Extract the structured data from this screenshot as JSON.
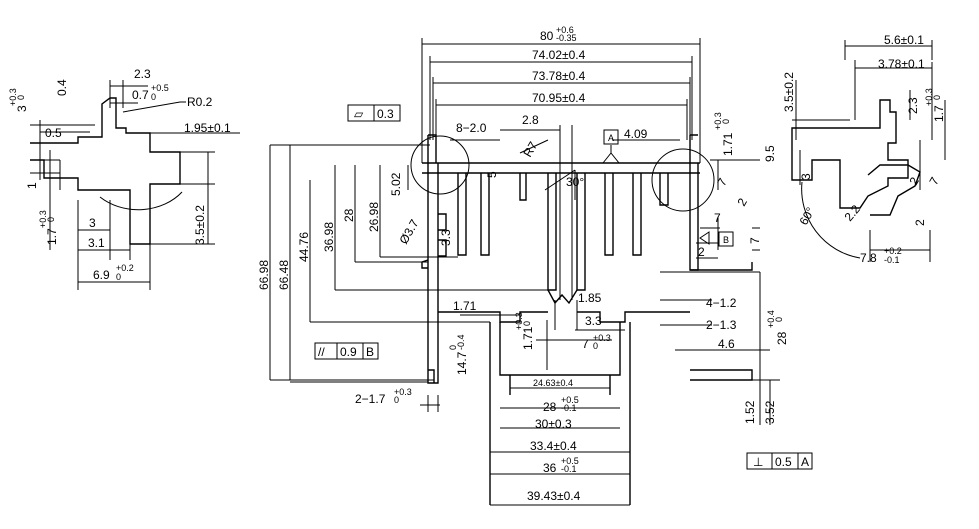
{
  "colors": {
    "ink": "#000000",
    "paper": "#ffffff"
  },
  "center": {
    "top_dims": {
      "d80": "80",
      "d80_plus": "+0.6",
      "d80_minus": "-0.35",
      "d74": "74.02±0.4",
      "d7378": "73.78±0.4",
      "d7095": "70.95±0.4"
    },
    "flatness": {
      "symbol": "▱",
      "value": "0.3"
    },
    "parallel": {
      "symbol": "//",
      "value": "0.9",
      "datum": "B"
    },
    "perpendicular": {
      "symbol": "⊥",
      "value": "0.5",
      "datum": "A"
    },
    "datum_a": "A",
    "datum_b": "B",
    "labels": {
      "d8_2": "8−2.0",
      "d28top": "2.8",
      "r7": "R7",
      "d409": "4.09",
      "d171": "1.71",
      "d171_tol": "+0.3",
      "d171_tol2": "0",
      "d5": "5",
      "d502": "5.02",
      "d30": "30°",
      "d37": "Ø3.7",
      "d33": "3.3",
      "d2698": "26.98",
      "d28": "28",
      "d3698": "36.98",
      "d4476": "44.76",
      "d6648": "66.48",
      "d6698": "66.98",
      "d7a": "7",
      "d2a": "2",
      "d7b": "7",
      "d2b": "2",
      "d171b": "1.71",
      "d185": "1.85",
      "d33b": "3.3",
      "d4_12": "4−1.2",
      "d2_13": "2−1.3",
      "d46": "4.6",
      "d28r": "28",
      "d28r_tol": "+0.4",
      "d28r_tol2": "0",
      "d171c": "1.71",
      "d171c_tol": "+0.3",
      "d171c_tol2": "0",
      "d7c": "7",
      "d7c_tol": "+0.3",
      "d7c_tol2": "0",
      "d147": "14.7",
      "d147_tol": "0",
      "d147_tol2": "-0.4",
      "d2_17": "2−1.7",
      "d2_17_tol": "+0.3",
      "d2_17_tol2": "0",
      "d2463": "24.63±0.4",
      "d28b": "28",
      "d28b_tol": "+0.5",
      "d28b_tol2": "-0.1",
      "d30b": "30±0.3",
      "d334": "33.4±0.4",
      "d36": "36",
      "d36_tol": "+0.5",
      "d36_tol2": "-0.1",
      "d3943": "39.43±0.4",
      "d152": "1.52",
      "d352": "3.52"
    }
  },
  "left_detail": {
    "d23": "2.3",
    "d07": "0.7",
    "d07_tol": "+0.5",
    "d07_tol2": "0",
    "r02": "R0.2",
    "d04": "0.4",
    "d3": "3",
    "d3_tol": "+0.3",
    "d3_tol2": "0",
    "d05": "0.5",
    "d195": "1.95±0.1",
    "d1": "1",
    "d35": "3.5±0.2",
    "d17": "1.7",
    "d17_tol": "+0.3",
    "d17_tol2": "0",
    "d3b": "3",
    "d31": "3.1",
    "d69": "6.9",
    "d69_tol": "+0.2",
    "d69_tol2": "0"
  },
  "right_detail": {
    "d56": "5.6±0.1",
    "d378": "3.78±0.1",
    "d35": "3.5±0.2",
    "d23": "2.3",
    "d17": "1.7",
    "d17_tol": "+0.3",
    "d17_tol2": "0",
    "d95": "9.5",
    "d3": "3",
    "d7": "7",
    "d2": "2",
    "d22": "2.2",
    "d60": "60°",
    "d2b": "2",
    "d78": "7.8",
    "d78_tol": "+0.2",
    "d78_tol2": "-0.1"
  }
}
